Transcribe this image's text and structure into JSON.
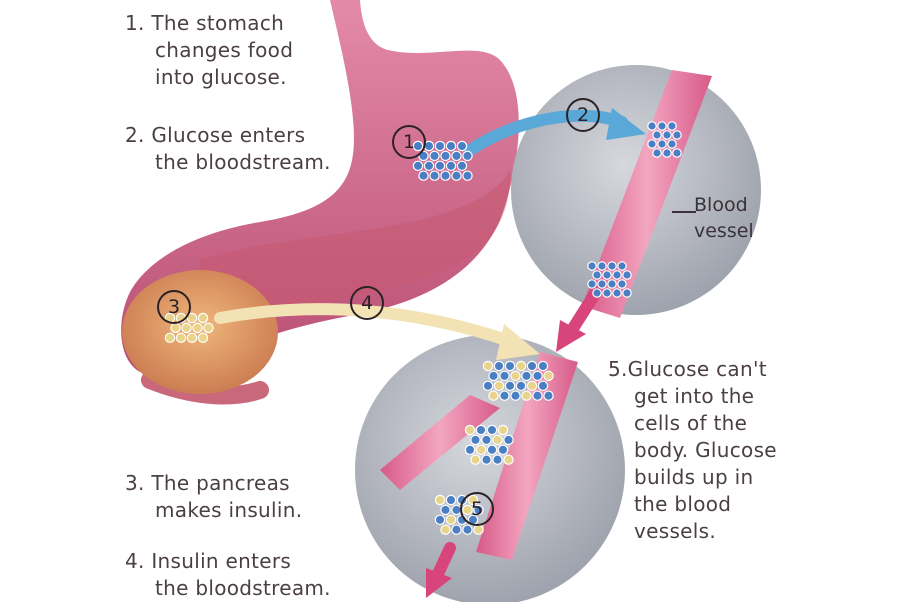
{
  "steps": [
    {
      "number": "1",
      "lines": [
        "1. The stomach",
        "changes food",
        "into glucose."
      ]
    },
    {
      "number": "2",
      "lines": [
        "2. Glucose enters",
        "the bloodstream."
      ]
    },
    {
      "number": "3",
      "lines": [
        "3. The pancreas",
        "makes insulin."
      ]
    },
    {
      "number": "4",
      "lines": [
        "4. Insulin enters",
        "the bloodstream."
      ]
    },
    {
      "number": "5",
      "lines": [
        "5.Glucose can't",
        "get into the",
        "cells of the",
        "body. Glucose",
        "builds up in",
        "the blood",
        "vessels."
      ]
    }
  ],
  "vessel_label": [
    "Blood",
    "vessel"
  ],
  "colors": {
    "stomach": "#d46a8c",
    "stomach_dark": "#b84a6e",
    "pancreas": "#e2a06a",
    "vessel": "#e57aa0",
    "circle_bg": "#b8bcc6",
    "glucose_blue": "#4a7fc4",
    "insulin_yellow": "#e8d48a",
    "arrow_blue": "#5aa8d8",
    "arrow_cream": "#f2e2b4",
    "arrow_magenta": "#d8447c"
  }
}
